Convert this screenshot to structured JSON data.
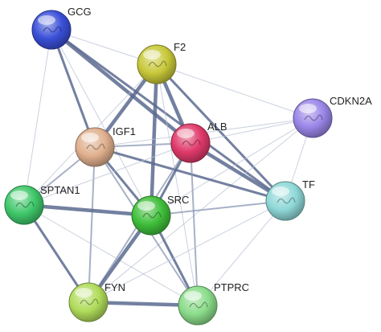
{
  "network": {
    "nodes": [
      {
        "id": "GCG",
        "label": "GCG",
        "color": "#3a4fd8"
      },
      {
        "id": "F2",
        "label": "F2",
        "color": "#c8c83a"
      },
      {
        "id": "CDKN2A",
        "label": "CDKN2A",
        "color": "#9a86e8"
      },
      {
        "id": "IGF1",
        "label": "IGF1",
        "color": "#e0b08e"
      },
      {
        "id": "ALB",
        "label": "ALB",
        "color": "#e03a6a"
      },
      {
        "id": "SPTAN1",
        "label": "SPTAN1",
        "color": "#3fc86a"
      },
      {
        "id": "SRC",
        "label": "SRC",
        "color": "#3fbf3a"
      },
      {
        "id": "TF",
        "label": "TF",
        "color": "#8fd8d8"
      },
      {
        "id": "FYN",
        "label": "FYN",
        "color": "#b0dc5a"
      },
      {
        "id": "PTPRC",
        "label": "PTPRC",
        "color": "#8adc8a"
      }
    ],
    "edges": [
      {
        "source": "GCG",
        "target": "F2",
        "weight": 1
      },
      {
        "source": "GCG",
        "target": "IGF1",
        "weight": 3
      },
      {
        "source": "GCG",
        "target": "ALB",
        "weight": 4
      },
      {
        "source": "GCG",
        "target": "SPTAN1",
        "weight": 1
      },
      {
        "source": "GCG",
        "target": "SRC",
        "weight": 1
      },
      {
        "source": "GCG",
        "target": "TF",
        "weight": 3
      },
      {
        "source": "F2",
        "target": "IGF1",
        "weight": 4
      },
      {
        "source": "F2",
        "target": "ALB",
        "weight": 4
      },
      {
        "source": "F2",
        "target": "CDKN2A",
        "weight": 1
      },
      {
        "source": "F2",
        "target": "SRC",
        "weight": 4
      },
      {
        "source": "F2",
        "target": "TF",
        "weight": 3
      },
      {
        "source": "F2",
        "target": "SPTAN1",
        "weight": 1
      },
      {
        "source": "F2",
        "target": "PTPRC",
        "weight": 1
      },
      {
        "source": "CDKN2A",
        "target": "ALB",
        "weight": 1
      },
      {
        "source": "CDKN2A",
        "target": "IGF1",
        "weight": 1
      },
      {
        "source": "CDKN2A",
        "target": "SRC",
        "weight": 1
      },
      {
        "source": "CDKN2A",
        "target": "TF",
        "weight": 1
      },
      {
        "source": "CDKN2A",
        "target": "FYN",
        "weight": 1
      },
      {
        "source": "IGF1",
        "target": "ALB",
        "weight": 2
      },
      {
        "source": "IGF1",
        "target": "SPTAN1",
        "weight": 2
      },
      {
        "source": "IGF1",
        "target": "SRC",
        "weight": 3
      },
      {
        "source": "IGF1",
        "target": "TF",
        "weight": 3
      },
      {
        "source": "IGF1",
        "target": "FYN",
        "weight": 2
      },
      {
        "source": "IGF1",
        "target": "PTPRC",
        "weight": 2
      },
      {
        "source": "ALB",
        "target": "SRC",
        "weight": 3
      },
      {
        "source": "ALB",
        "target": "TF",
        "weight": 4
      },
      {
        "source": "ALB",
        "target": "SPTAN1",
        "weight": 1
      },
      {
        "source": "ALB",
        "target": "FYN",
        "weight": 2
      },
      {
        "source": "ALB",
        "target": "PTPRC",
        "weight": 2
      },
      {
        "source": "SPTAN1",
        "target": "SRC",
        "weight": 4
      },
      {
        "source": "SPTAN1",
        "target": "FYN",
        "weight": 3
      },
      {
        "source": "SPTAN1",
        "target": "PTPRC",
        "weight": 1
      },
      {
        "source": "SRC",
        "target": "TF",
        "weight": 2
      },
      {
        "source": "SRC",
        "target": "FYN",
        "weight": 4
      },
      {
        "source": "SRC",
        "target": "PTPRC",
        "weight": 3
      },
      {
        "source": "TF",
        "target": "FYN",
        "weight": 1
      },
      {
        "source": "TF",
        "target": "PTPRC",
        "weight": 1
      },
      {
        "source": "FYN",
        "target": "PTPRC",
        "weight": 4
      }
    ]
  }
}
